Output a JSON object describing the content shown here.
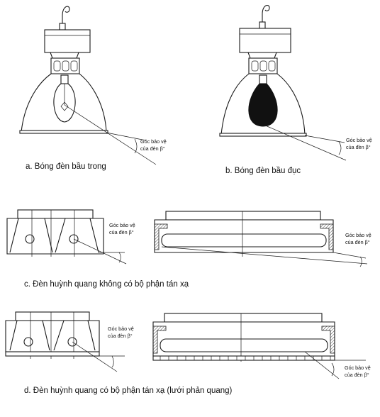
{
  "captions": {
    "a": "a. Bóng đèn bầu trong",
    "b": "b. Bóng đèn bầu đục",
    "c": "c. Đèn huỳnh quang không có bộ phận tán xạ",
    "d": "d. Đèn huỳnh quang có bộ phận tán xạ (lưới phản quang)"
  },
  "annotation": {
    "line1": "Góc bảo vệ",
    "line2": "của đèn β°"
  },
  "colors": {
    "ink": "#1a1a1a",
    "background": "#ffffff"
  }
}
